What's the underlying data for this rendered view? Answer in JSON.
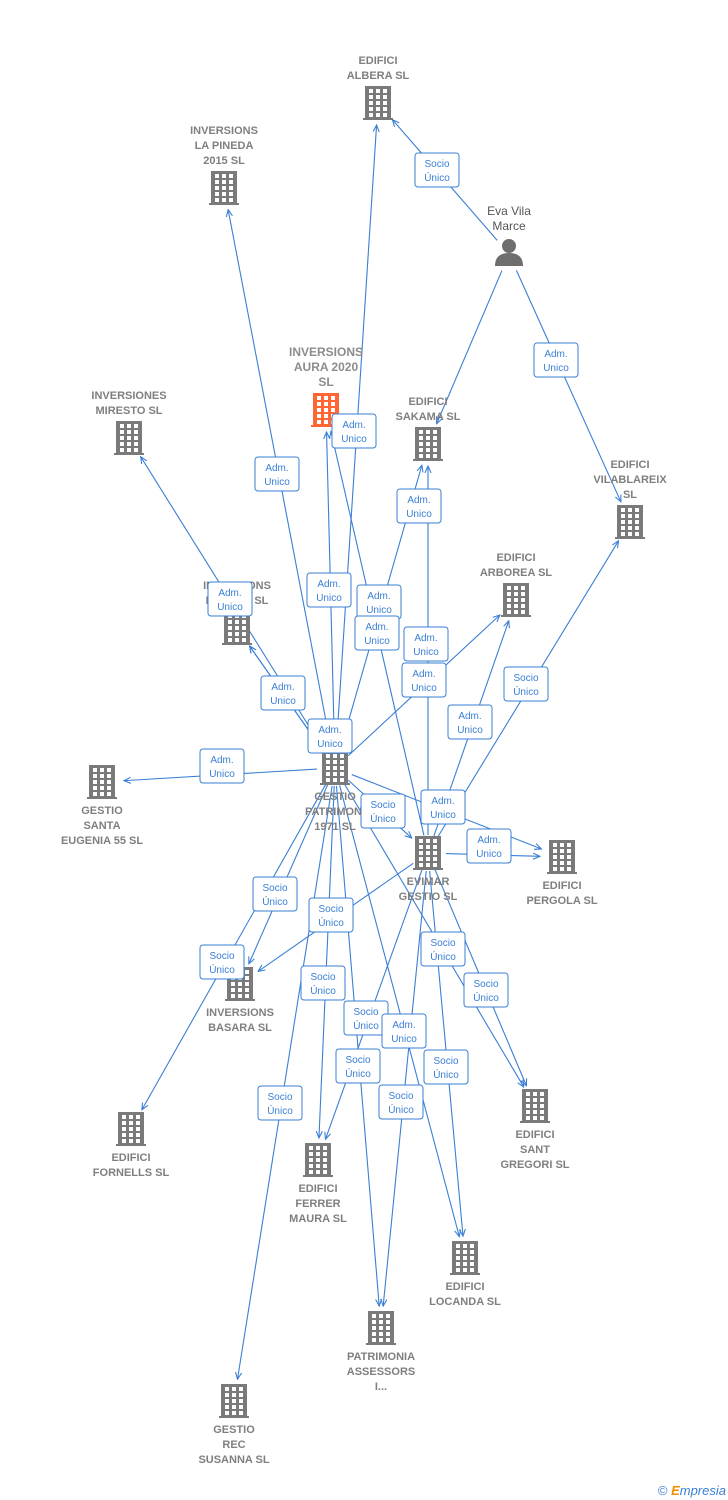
{
  "colors": {
    "edge": "#3a7fd5",
    "building": "#7a7a7a",
    "focus": "#ff6633",
    "person": "#6e6e6e",
    "label": "#7f7f7f"
  },
  "nodes": [
    {
      "id": "albera",
      "type": "company",
      "lines": [
        "EDIFICI",
        "ALBERA  SL"
      ]
    },
    {
      "id": "pineda",
      "type": "company",
      "lines": [
        "INVERSIONS",
        "LA PINEDA",
        "2015  SL"
      ]
    },
    {
      "id": "eva",
      "type": "person",
      "lines": [
        "Eva Vila",
        "Marce"
      ]
    },
    {
      "id": "aura",
      "type": "focus",
      "lines": [
        "INVERSIONS",
        "AURA 2020",
        "SL"
      ]
    },
    {
      "id": "miresto",
      "type": "company",
      "lines": [
        "INVERSIONES",
        "MIRESTO  SL"
      ]
    },
    {
      "id": "sakama",
      "type": "company",
      "lines": [
        "EDIFICI",
        "SAKAMA  SL"
      ]
    },
    {
      "id": "vilablareix",
      "type": "company",
      "lines": [
        "EDIFICI",
        "VILABLAREIX",
        "SL"
      ]
    },
    {
      "id": "arborea",
      "type": "company",
      "lines": [
        "EDIFICI",
        "ARBOREA  SL"
      ]
    },
    {
      "id": "bellvis",
      "type": "company",
      "lines": [
        "INVERSIONS",
        "BELLVIS  SL"
      ]
    },
    {
      "id": "gestio1971",
      "type": "company",
      "lines": [
        "GESTIO",
        "PATRIMONI",
        "1971  SL"
      ]
    },
    {
      "id": "santaeugenia",
      "type": "company",
      "lines": [
        "GESTIO",
        "SANTA",
        "EUGENIA 55 SL"
      ]
    },
    {
      "id": "evimar",
      "type": "company",
      "lines": [
        "EVIMAR",
        "GESTIO SL"
      ]
    },
    {
      "id": "pergola",
      "type": "company",
      "lines": [
        "EDIFICI",
        "PERGOLA  SL"
      ]
    },
    {
      "id": "basara",
      "type": "company",
      "lines": [
        "INVERSIONS",
        "BASARA  SL"
      ]
    },
    {
      "id": "fornells",
      "type": "company",
      "lines": [
        "EDIFICI",
        "FORNELLS SL"
      ]
    },
    {
      "id": "santgregori",
      "type": "company",
      "lines": [
        "EDIFICI",
        "SANT",
        "GREGORI  SL"
      ]
    },
    {
      "id": "ferrer",
      "type": "company",
      "lines": [
        "EDIFICI",
        "FERRER",
        "MAURA SL"
      ]
    },
    {
      "id": "locanda",
      "type": "company",
      "lines": [
        "EDIFICI",
        "LOCANDA  SL"
      ]
    },
    {
      "id": "patrimonia",
      "type": "company",
      "lines": [
        "PATRIMONIA",
        "ASSESSORS",
        "I..."
      ]
    },
    {
      "id": "susanna",
      "type": "company",
      "lines": [
        "GESTIO",
        "REC",
        "SUSANNA SL"
      ]
    }
  ],
  "edges": [
    {
      "from": "eva",
      "to": "albera",
      "lines": [
        "Socio",
        "Único"
      ]
    },
    {
      "from": "eva",
      "to": "vilablareix",
      "lines": [
        "Adm.",
        "Unico"
      ]
    },
    {
      "from": "eva",
      "to": "sakama",
      "lines": [
        "Adm.",
        "Unico"
      ]
    },
    {
      "from": "gestio1971",
      "to": "pineda",
      "lines": [
        "Adm.",
        "Unico"
      ]
    },
    {
      "from": "gestio1971",
      "to": "albera",
      "lines": [
        "Adm.",
        "Unico"
      ]
    },
    {
      "from": "gestio1971",
      "to": "aura",
      "lines": [
        "Adm.",
        "Unico"
      ]
    },
    {
      "from": "gestio1971",
      "to": "miresto",
      "lines": [
        "Adm.",
        "Unico"
      ]
    },
    {
      "from": "gestio1971",
      "to": "bellvis",
      "lines": [
        "Adm.",
        "Unico"
      ]
    },
    {
      "from": "gestio1971",
      "to": "sakama",
      "lines": [
        "Adm.",
        "Unico"
      ]
    },
    {
      "from": "gestio1971",
      "to": "arborea",
      "lines": [
        "Adm.",
        "Unico"
      ]
    },
    {
      "from": "gestio1971",
      "to": "santaeugenia",
      "lines": [
        "Adm.",
        "Unico"
      ]
    },
    {
      "from": "gestio1971",
      "to": "pergola",
      "lines": [
        "Adm.",
        "Unico"
      ]
    },
    {
      "from": "gestio1971",
      "to": "basara",
      "lines": [
        "Adm.",
        "Unico"
      ]
    },
    {
      "from": "gestio1971",
      "to": "fornells",
      "lines": [
        "Adm.",
        "Unico"
      ]
    },
    {
      "from": "gestio1971",
      "to": "ferrer",
      "lines": [
        "Adm.",
        "Unico"
      ]
    },
    {
      "from": "gestio1971",
      "to": "patrimonia",
      "lines": [
        "Socio",
        "Único"
      ]
    },
    {
      "from": "gestio1971",
      "to": "susanna",
      "lines": [
        "Adm.",
        "Unico"
      ]
    },
    {
      "from": "gestio1971",
      "to": "santgregori",
      "lines": [
        "Socio",
        "Único"
      ]
    },
    {
      "from": "gestio1971",
      "to": "locanda",
      "lines": [
        "Adm.",
        "Unico"
      ]
    },
    {
      "from": "gestio1971",
      "to": "bellvis",
      "lines": [
        "Socio",
        "Único"
      ]
    },
    {
      "from": "evimar",
      "to": "aura",
      "lines": [
        "Socio",
        "Único"
      ]
    },
    {
      "from": "evimar",
      "to": "sakama",
      "lines": [
        "Socio",
        "Único"
      ]
    },
    {
      "from": "evimar",
      "to": "arborea",
      "lines": [
        "Socio",
        "Único"
      ]
    },
    {
      "from": "evimar",
      "to": "vilablareix",
      "lines": [
        "Socio",
        "Único"
      ]
    },
    {
      "from": "evimar",
      "to": "pergola",
      "lines": [
        "Socio",
        "Único"
      ]
    },
    {
      "from": "evimar",
      "to": "basara",
      "lines": [
        "Socio",
        "Único"
      ]
    },
    {
      "from": "evimar",
      "to": "ferrer",
      "lines": [
        "Adm.",
        "Unico"
      ]
    },
    {
      "from": "evimar",
      "to": "santgregori",
      "lines": [
        "Socio",
        "Único"
      ]
    },
    {
      "from": "evimar",
      "to": "locanda",
      "lines": [
        "Socio",
        "Único"
      ]
    },
    {
      "from": "evimar",
      "to": "patrimonia",
      "lines": [
        "Socio",
        "Único"
      ]
    },
    {
      "from": "gestio1971",
      "to": "evimar",
      "lines": [
        "Socio",
        "Único"
      ]
    }
  ],
  "footer": {
    "copyright": "©",
    "brand_initial": "E",
    "brand_rest": "mpresia"
  }
}
